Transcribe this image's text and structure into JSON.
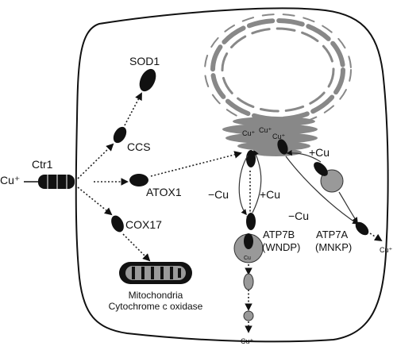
{
  "labels": {
    "cu_outside": "Cu⁺",
    "ctr1": "Ctr1",
    "sod1": "SOD1",
    "ccs": "CCS",
    "atox1": "ATOX1",
    "cox17": "COX17",
    "mito_line1": "Mitochondria",
    "mito_line2": "Cytochrome c oxidase",
    "golgi_cu1": "Cu⁺",
    "golgi_cu2": "Cu⁺",
    "golgi_cu3": "Cu⁺",
    "minus_cu_left": "−Cu",
    "plus_cu_left": "+Cu",
    "plus_cu_right": "+Cu",
    "minus_cu_right": "−Cu",
    "atp7b": "ATP7B",
    "wndp": "(WNDP)",
    "atp7a": "ATP7A",
    "mnkp": "(MNKP)",
    "vesicle_cu": "Cu",
    "cu_bottom": "Cu⁺",
    "cu_right": "Cu⁺"
  }
}
